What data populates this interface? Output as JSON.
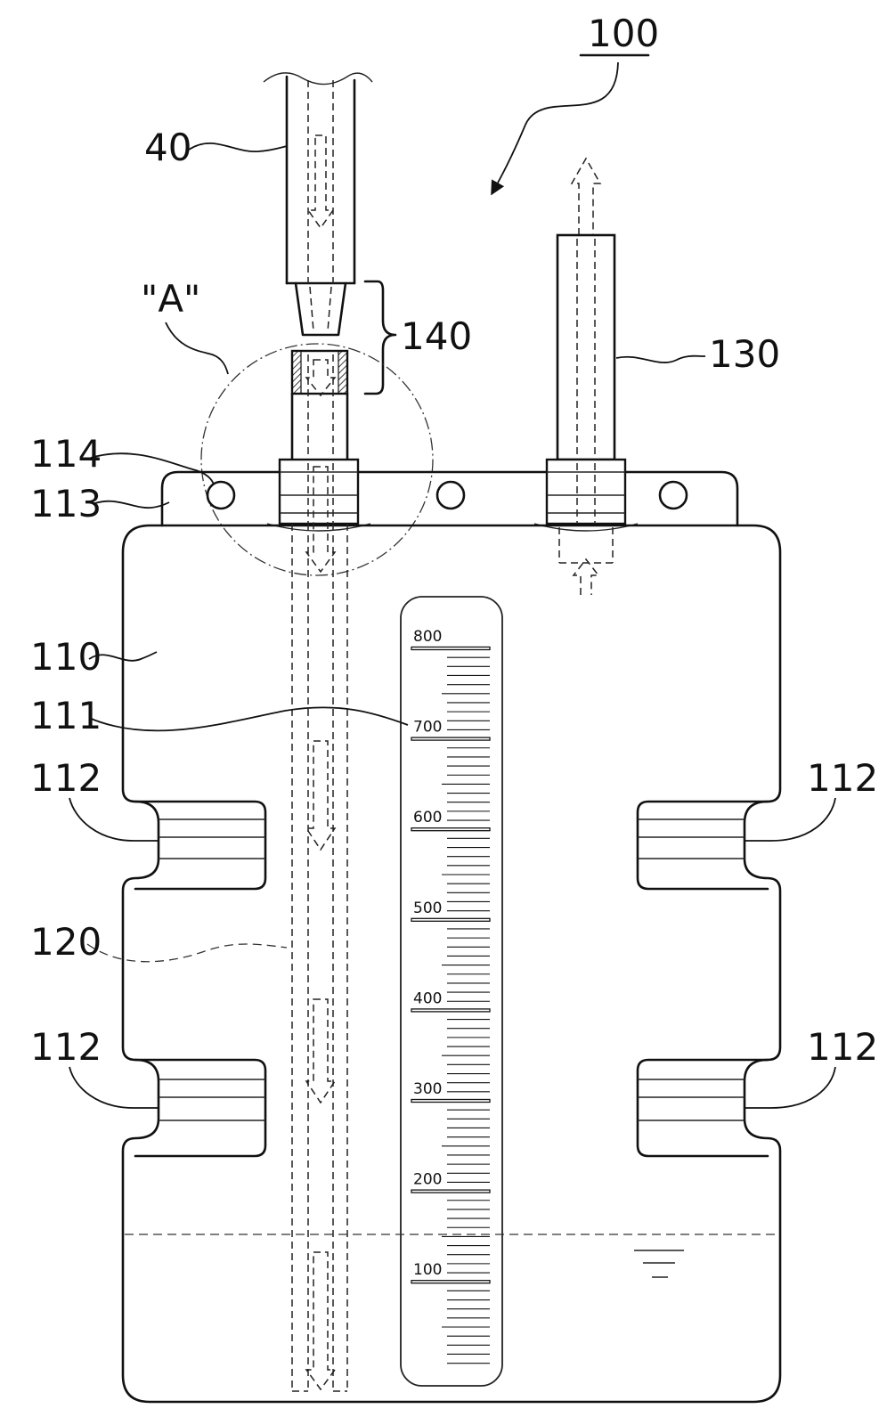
{
  "labels": {
    "assembly": "100",
    "supply_tube": "40",
    "detail": "\"A\"",
    "connector": "140",
    "vent_tube": "130",
    "hanger_hole": "114",
    "hanger_tab": "113",
    "bag_body": "110",
    "scale": "111",
    "grip_top_left": "112",
    "grip_top_right": "112",
    "grip_bottom_left": "112",
    "grip_bottom_right": "112",
    "inner_tube": "120"
  },
  "scale": {
    "graduations": [
      "800",
      "700",
      "600",
      "500",
      "400",
      "300",
      "200",
      "100"
    ]
  }
}
